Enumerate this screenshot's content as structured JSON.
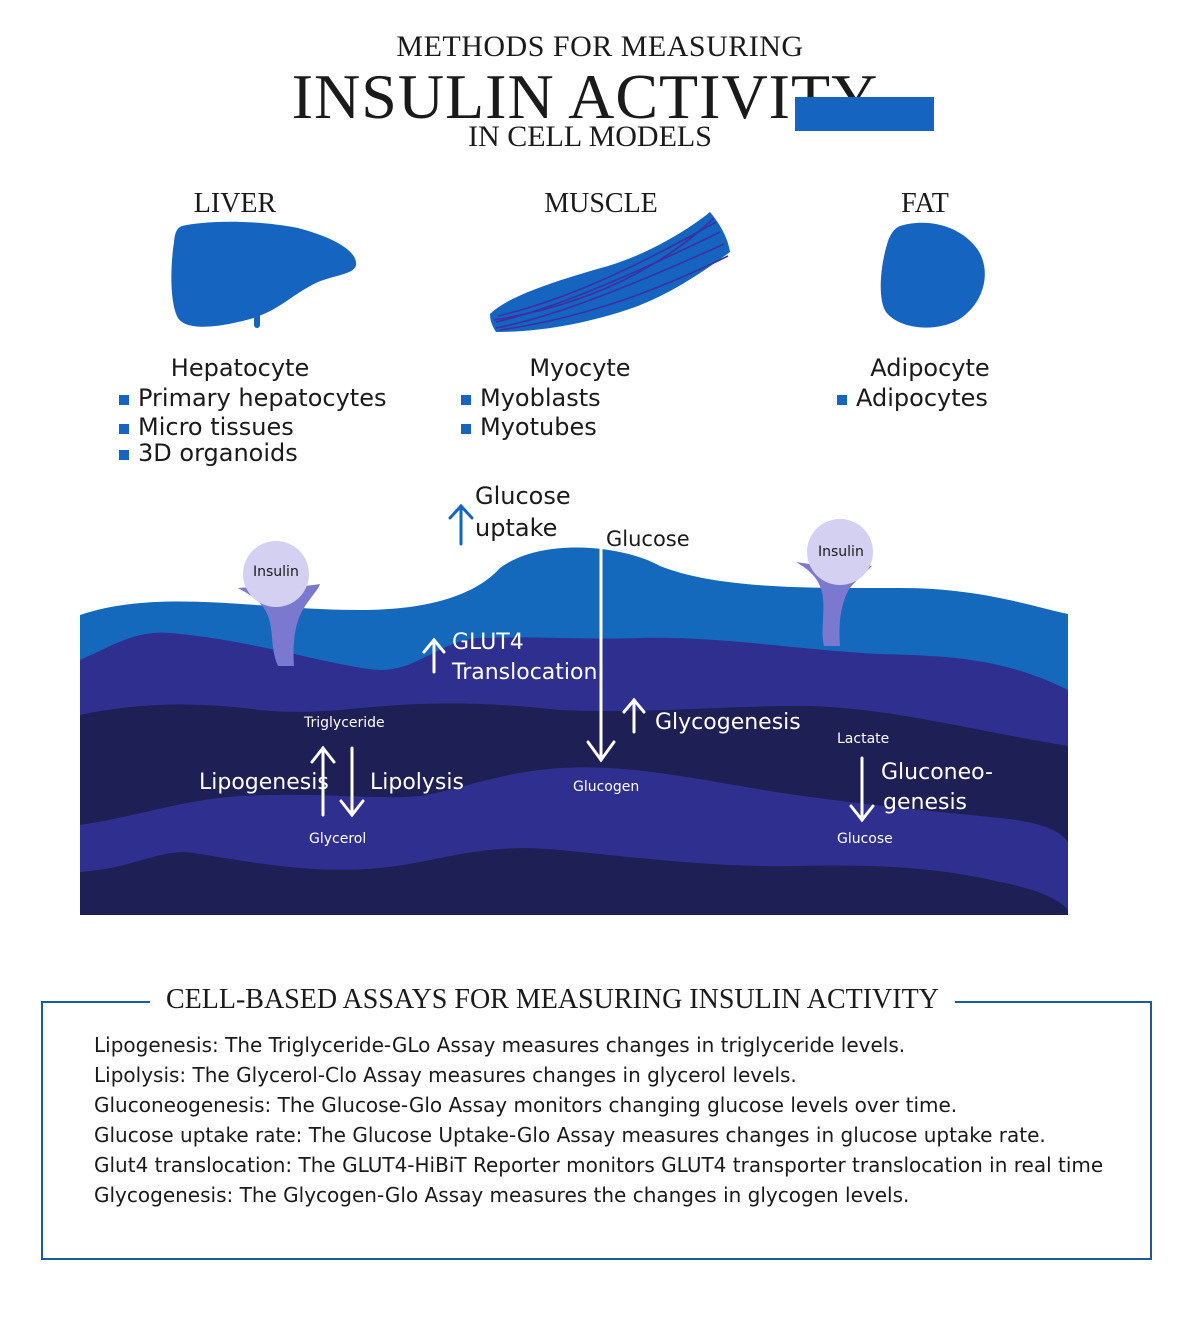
{
  "header": {
    "line1": "METHODS FOR MEASURING",
    "line2": "INSULIN ACTIVITY",
    "line3": "IN CELL MODELS"
  },
  "organs": [
    {
      "name": "LIVER",
      "cell": "Hepatocyte",
      "models": [
        "Primary hepatocytes",
        "Micro tissues",
        "3D organoids"
      ]
    },
    {
      "name": "MUSCLE",
      "cell": "Myocyte",
      "models": [
        "Myoblasts",
        "Myotubes"
      ]
    },
    {
      "name": "FAT",
      "cell": "Adipocyte",
      "models": [
        "Adipocytes"
      ]
    }
  ],
  "diagram": {
    "glucose_uptake": [
      "Glucose",
      "uptake"
    ],
    "glucose_top": "Glucose",
    "insulin_left": "Insulin",
    "insulin_right": "Insulin",
    "glut4": [
      "GLUT4",
      "Translocation"
    ],
    "glycogenesis": "Glycogenesis",
    "triglyceride": "Triglyceride",
    "lipogenesis": "Lipogenesis",
    "lipolysis": "Lipolysis",
    "glycerol": "Glycerol",
    "glycogen": "Glucogen",
    "lactate": "Lactate",
    "gluconeogenesis": [
      "Gluconeo-",
      "genesis"
    ],
    "glucose_bottom": "Glucose"
  },
  "assays": {
    "title": "CELL-BASED ASSAYS FOR MEASURING INSULIN ACTIVITY",
    "items": [
      "Lipogenesis: The Triglyceride-GLo Assay measures changes in triglyceride levels.",
      "Lipolysis: The Glycerol-Clo Assay measures changes in glycerol levels.",
      "Gluconeogenesis: The Glucose-Glo Assay monitors changing glucose levels over time.",
      "Glucose uptake rate: The Glucose Uptake-Glo Assay measures changes in glucose uptake rate.",
      "Glut4 translocation: The GLUT4-HiBiT Reporter monitors GLUT4 transporter translocation in real time",
      "Glycogenesis: The Glycogen-Glo Assay measures the changes in glycogen levels."
    ]
  },
  "colors": {
    "accent": "#1565c0",
    "layer1": "#1569bd",
    "layer2": "#2e2f8f",
    "layer3": "#1d1f55",
    "layer4": "#2e2f8f",
    "layer5": "#1d1f55",
    "insulin": "#d3d0f2",
    "receptor": "#7b79cf",
    "box_border": "#1a5c9a"
  }
}
